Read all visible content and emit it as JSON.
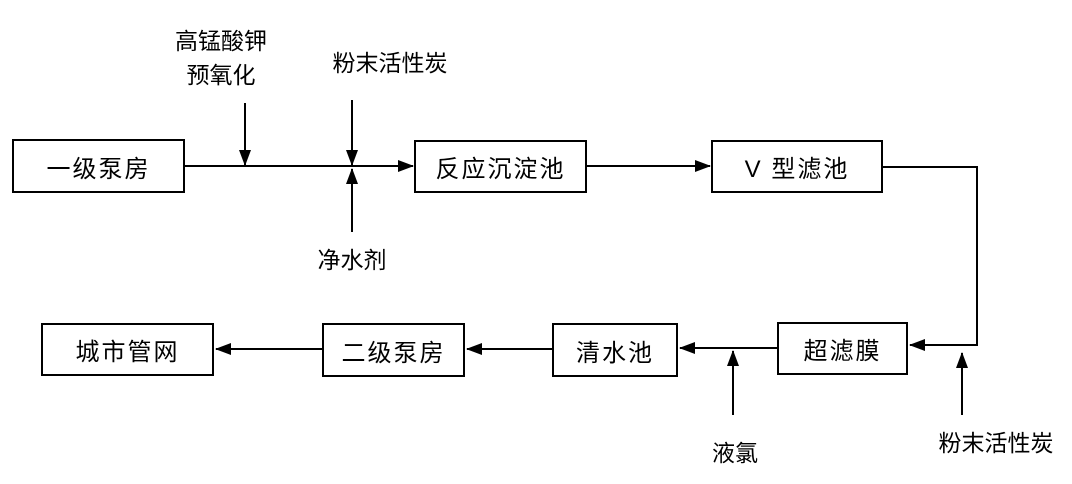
{
  "flowchart": {
    "title": "water-treatment-process-flow-diagram",
    "boxes": {
      "primary_pump": "一级泵房",
      "reaction_tank": "反应沉淀池",
      "v_filter": "V 型滤池",
      "uf_membrane": "超滤膜",
      "clear_tank": "清水池",
      "secondary_pump": "二级泵房",
      "city_network": "城市管网"
    },
    "dosing_labels": {
      "kmno4_line1": "高锰酸钾",
      "kmno4_line2": "预氧化",
      "pac_top": "粉末活性炭",
      "coagulant": "净水剂",
      "chlorine": "液氯",
      "pac_right": "粉末活性炭"
    },
    "colors": {
      "line": "#000000",
      "background": "#ffffff",
      "box_fill": "#ffffff",
      "box_border": "#000000"
    }
  }
}
